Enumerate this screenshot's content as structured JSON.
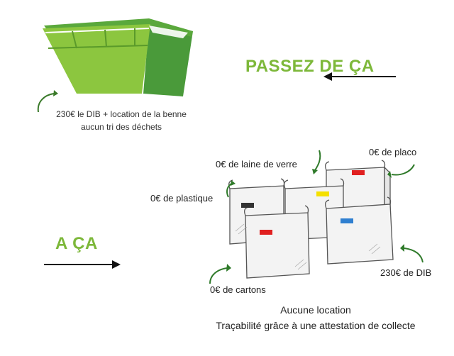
{
  "top": {
    "headline": "PASSEZ DE ÇA",
    "caption_line1": "230€ le DIB + location de la benne",
    "caption_line2": "aucun tri des déchets"
  },
  "bottom": {
    "headline": "A ÇA",
    "labels": {
      "plastique": "0€ de plastique",
      "laine": "0€ de laine de verre",
      "placo": "0€ de placo",
      "dib": "230€ de DIB",
      "cartons": "0€ de cartons"
    },
    "footer_line1": "Aucune location",
    "footer_line2": "Traçabilité grâce à une attestation de collecte"
  },
  "colors": {
    "accent_green": "#7db83a",
    "skip_light": "#8cc63f",
    "skip_dark": "#4a9a3a",
    "bag_red": "#e02020",
    "bag_yellow": "#f5e000",
    "bag_blue": "#2f7fd0",
    "bag_black": "#333333"
  }
}
